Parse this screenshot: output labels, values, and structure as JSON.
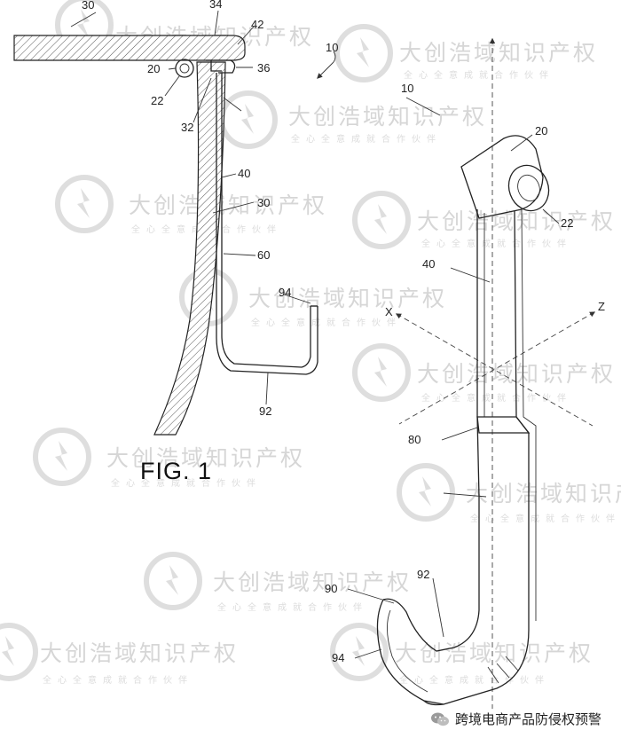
{
  "figure": {
    "title": "FIG. 1"
  },
  "labels": {
    "l30": "30",
    "l34": "34",
    "l42": "42",
    "l10a": "10",
    "l20a": "20",
    "l36": "36",
    "l22a": "22",
    "l32": "32",
    "l40a": "40",
    "l30b": "30",
    "l60": "60",
    "l94a": "94",
    "l92a": "92",
    "l10b": "10",
    "l20b": "20",
    "l22b": "22",
    "l40b": "40",
    "lX": "X",
    "lZ": "Z",
    "l80": "80",
    "l92b": "92",
    "l90": "90",
    "l94b": "94"
  },
  "watermark": {
    "text": "大创浩域知识产权",
    "subtext": "全心全意成就合作伙伴"
  },
  "footer": {
    "source": "跨境电商产品防侵权预警",
    "icon": "wechat-icon"
  }
}
